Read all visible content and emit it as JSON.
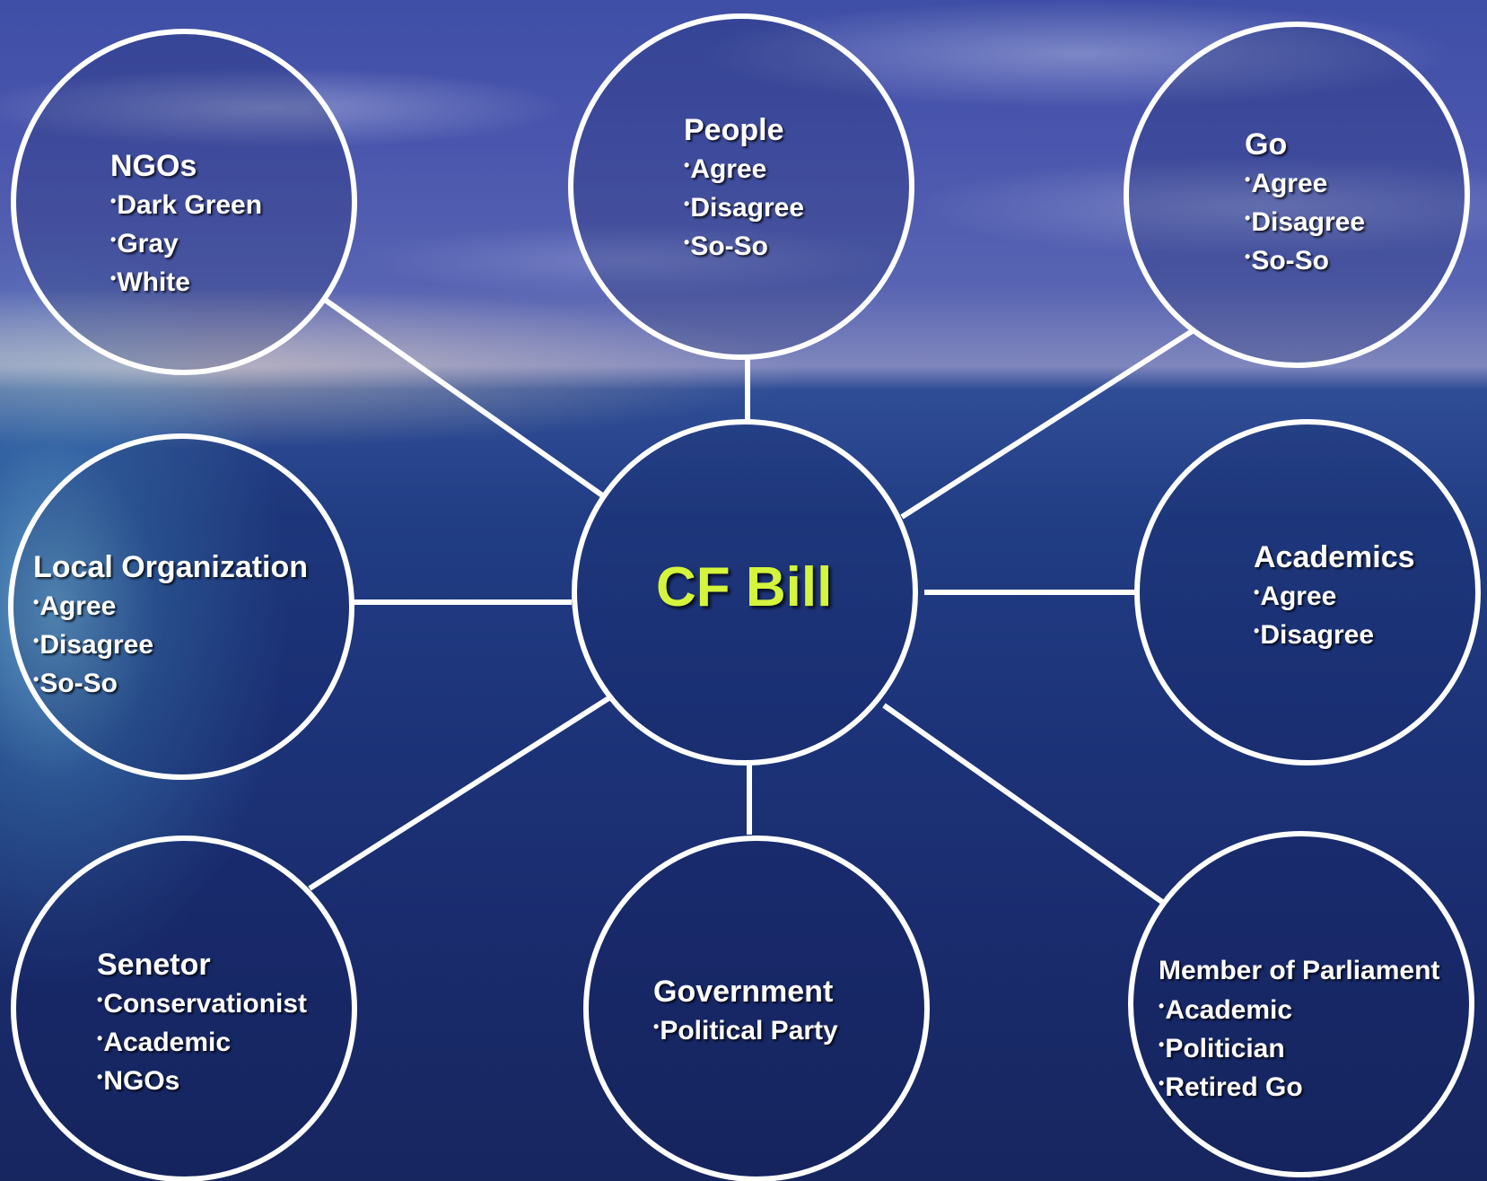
{
  "center": {
    "title": "CF Bill"
  },
  "nodes": {
    "ngos": {
      "title": "NGOs",
      "items": [
        "Dark Green",
        "Gray",
        "White"
      ]
    },
    "people": {
      "title": "People",
      "items": [
        "Agree",
        "Disagree",
        "So-So"
      ]
    },
    "go": {
      "title": "Go",
      "items": [
        "Agree",
        "Disagree",
        "So-So"
      ]
    },
    "local_organization": {
      "title": "Local Organization",
      "items": [
        "Agree",
        "Disagree",
        "So-So"
      ]
    },
    "academics": {
      "title": "Academics",
      "items": [
        "Agree",
        "Disagree"
      ]
    },
    "senetor": {
      "title": "Senetor",
      "items": [
        "Conservationist",
        "Academic",
        "NGOs"
      ]
    },
    "government": {
      "title": "Government",
      "items": [
        "Political Party"
      ]
    },
    "member_of_parliament": {
      "title": "Member of Parliament",
      "items": [
        "Academic",
        "Politician",
        "Retired Go"
      ]
    }
  },
  "colors": {
    "center_text": "#d4f53c",
    "node_text": "#ffffff",
    "lines": "#ffffff"
  }
}
